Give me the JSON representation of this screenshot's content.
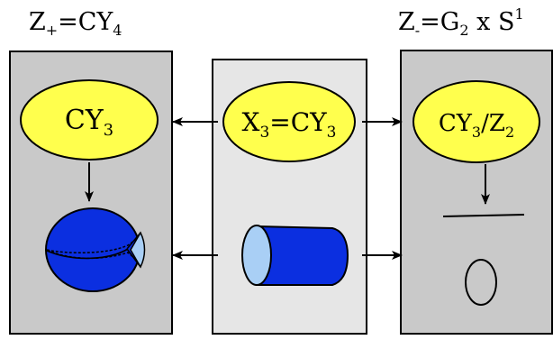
{
  "left_panel": {
    "title": {
      "base": "Z",
      "sub": "+",
      "eq": "=CY",
      "idx": "4"
    },
    "node_top": {
      "base": "CY",
      "sub": "3"
    },
    "icon": "ellipsoid-with-cone-icon"
  },
  "center_panel": {
    "node_top": {
      "lhs_base": "X",
      "lhs_sub": "3",
      "eq": "=CY",
      "rhs_sub": "3"
    },
    "icon": "cylinder-icon"
  },
  "right_panel": {
    "title": {
      "base": "Z",
      "sub": "-",
      "eq": "=G",
      "idx": "2",
      "times": " x S",
      "sup": "1"
    },
    "node_top": {
      "base1": "CY",
      "sub1": "3",
      "slash": "/Z",
      "sub2": "2"
    },
    "icons": [
      "line-segment-icon",
      "oval-icon"
    ]
  },
  "colors": {
    "panel_dark": "#c9c9c9",
    "panel_light": "#e6e6e6",
    "node_fill": "#ffff4d",
    "shape_fill": "#0b2fe0",
    "shape_light": "#a9cff5",
    "stroke": "#000000"
  }
}
